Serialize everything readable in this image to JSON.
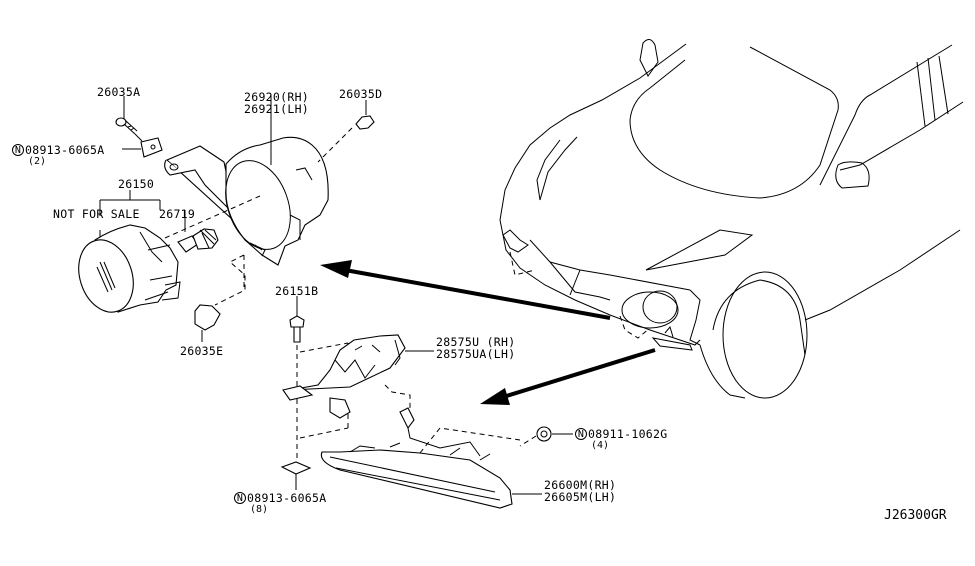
{
  "diagram": {
    "reference_code": "J26300GR",
    "colors": {
      "line": "#000000",
      "background": "#ffffff"
    },
    "callouts": [
      {
        "id": "c1",
        "part_number": "26035A"
      },
      {
        "id": "c2",
        "prefix": "N",
        "part_number": "08913-6065A",
        "qty": "(2)"
      },
      {
        "id": "c3",
        "part_number": "26920(RH)",
        "part_number_2": "26921(LH)"
      },
      {
        "id": "c4",
        "part_number": "26035D"
      },
      {
        "id": "c5",
        "part_number": "26150"
      },
      {
        "id": "c6",
        "part_number": "NOT FOR SALE"
      },
      {
        "id": "c7",
        "part_number": "26719"
      },
      {
        "id": "c8",
        "part_number": "26035E"
      },
      {
        "id": "c9",
        "part_number": "26151B"
      },
      {
        "id": "c10",
        "part_number": "28575U (RH)",
        "part_number_2": "28575UA(LH)"
      },
      {
        "id": "c11",
        "prefix": "N",
        "part_number": "08911-1062G",
        "qty": "(4)"
      },
      {
        "id": "c12",
        "part_number": "26600M(RH)",
        "part_number_2": "26605M(LH)"
      },
      {
        "id": "c13",
        "prefix": "N",
        "part_number": "08913-6065A",
        "qty": "(8)"
      }
    ]
  }
}
